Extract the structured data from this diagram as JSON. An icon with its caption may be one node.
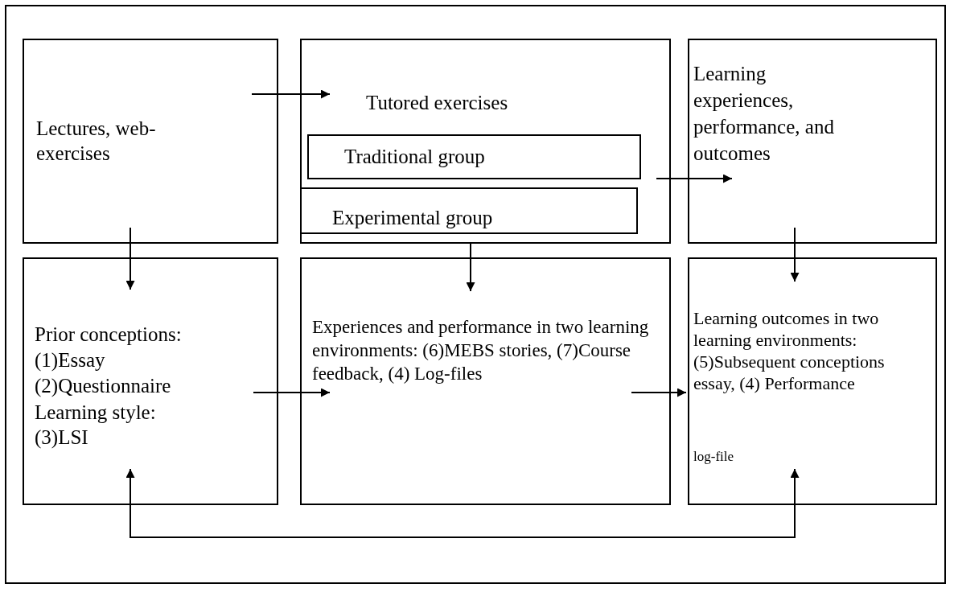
{
  "diagram": {
    "nodes": [
      {
        "text": [
          "Lectures, web-exercises"
        ]
      },
      {
        "text": [
          "Tutored exercises"
        ]
      },
      {
        "text": [
          "Traditional group"
        ],
        "in": 1
      },
      {
        "text": [
          "Experimental group"
        ],
        "in": 1
      },
      {
        "text": [
          "Learning experiences, performance, and outcomes"
        ]
      },
      {
        "text": [
          "Prior conceptions:",
          "(1)Essay",
          "(2)Questionnaire",
          "Learning style:",
          "(3)LSI"
        ]
      },
      {
        "text": [
          "Experiences and performance in two learning environments: (6)MEBS stories, (7)Course feedback, (4) Log-files"
        ]
      },
      {
        "text": [
          "Learning outcomes in two learning environments: (5)Subsequent conceptions essay, (4) Performance",
          "log-file"
        ]
      }
    ],
    "edges": [
      {
        "from": 0,
        "to": 1,
        "arrow": "to"
      },
      {
        "from": 1,
        "to": 4,
        "arrow": "to"
      },
      {
        "from": 0,
        "to": 5,
        "arrow": "to"
      },
      {
        "from": 1,
        "to": 6,
        "arrow": "to"
      },
      {
        "from": 4,
        "to": 7,
        "arrow": "to"
      },
      {
        "from": 5,
        "to": 6,
        "arrow": "to"
      },
      {
        "from": 6,
        "to": 7,
        "arrow": "to"
      },
      {
        "from": 5,
        "to": 7,
        "arrow": "both"
      }
    ]
  }
}
